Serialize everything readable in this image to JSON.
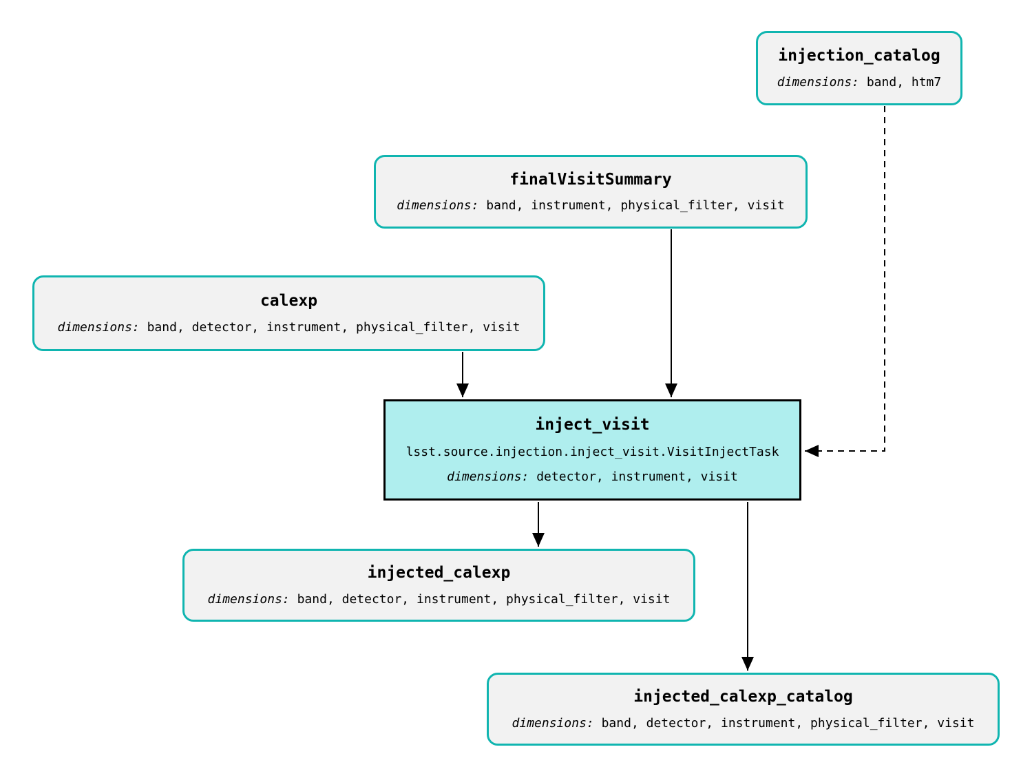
{
  "colors": {
    "dataset_border": "#10b5b0",
    "dataset_fill": "#f2f2f2",
    "task_fill": "#afeeee",
    "task_border": "#000000",
    "arrow": "#000000"
  },
  "nodes": {
    "injection_catalog": {
      "type": "dataset",
      "title": "injection_catalog",
      "dims_label": "dimensions:",
      "dims": "band, htm7"
    },
    "finalVisitSummary": {
      "type": "dataset",
      "title": "finalVisitSummary",
      "dims_label": "dimensions:",
      "dims": "band, instrument, physical_filter, visit"
    },
    "calexp": {
      "type": "dataset",
      "title": "calexp",
      "dims_label": "dimensions:",
      "dims": "band, detector, instrument, physical_filter, visit"
    },
    "inject_visit": {
      "type": "task",
      "title": "inject_visit",
      "task_class": "lsst.source.injection.inject_visit.VisitInjectTask",
      "dims_label": "dimensions:",
      "dims": "detector, instrument, visit"
    },
    "injected_calexp": {
      "type": "dataset",
      "title": "injected_calexp",
      "dims_label": "dimensions:",
      "dims": "band, detector, instrument, physical_filter, visit"
    },
    "injected_calexp_catalog": {
      "type": "dataset",
      "title": "injected_calexp_catalog",
      "dims_label": "dimensions:",
      "dims": "band, detector, instrument, physical_filter, visit"
    }
  },
  "edges": [
    {
      "from": "calexp",
      "to": "inject_visit",
      "style": "solid"
    },
    {
      "from": "finalVisitSummary",
      "to": "inject_visit",
      "style": "solid"
    },
    {
      "from": "injection_catalog",
      "to": "inject_visit",
      "style": "dashed"
    },
    {
      "from": "inject_visit",
      "to": "injected_calexp",
      "style": "solid"
    },
    {
      "from": "inject_visit",
      "to": "injected_calexp_catalog",
      "style": "solid"
    }
  ]
}
